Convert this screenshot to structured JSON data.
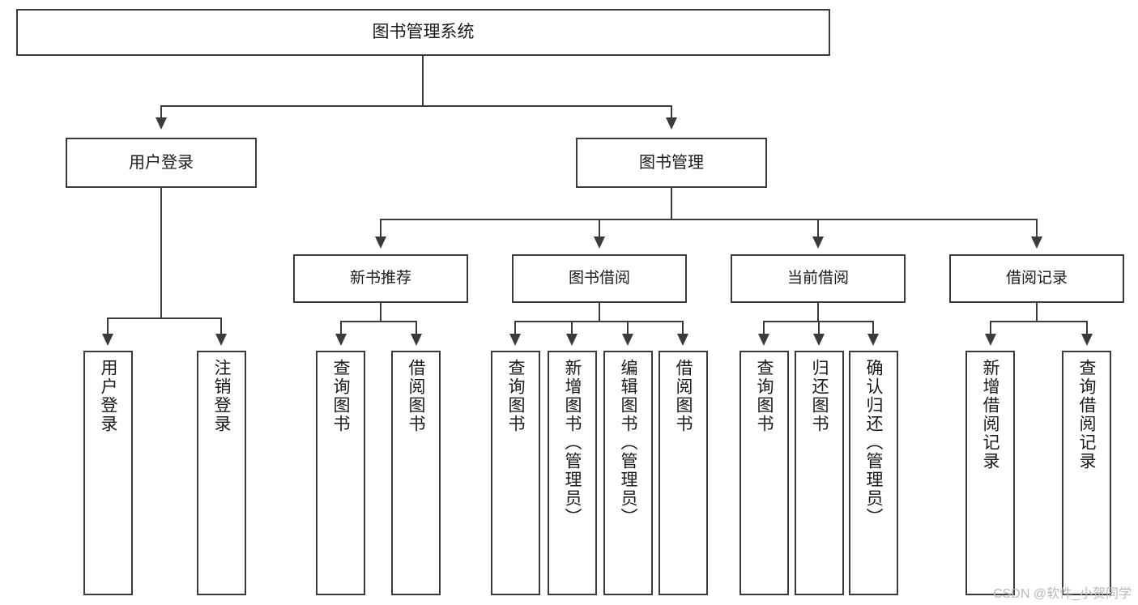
{
  "diagram": {
    "title": "图书管理系统",
    "type": "hierarchy-tree",
    "colors": {
      "stroke": "#3b3b3b",
      "fill": "#ffffff",
      "text": "#1a1a1a",
      "watermark": "#b9b9b9"
    },
    "root": {
      "label": "图书管理系统"
    },
    "level2": [
      {
        "label": "用户登录"
      },
      {
        "label": "图书管理"
      }
    ],
    "level3": [
      {
        "label": "新书推荐"
      },
      {
        "label": "图书借阅"
      },
      {
        "label": "当前借阅"
      },
      {
        "label": "借阅记录"
      }
    ],
    "leaves": {
      "user_login": [
        {
          "label": "用户登录"
        },
        {
          "label": "注销登录"
        }
      ],
      "new_book_recommend": [
        {
          "label": "查询图书"
        },
        {
          "label": "借阅图书"
        }
      ],
      "book_borrow": [
        {
          "label": "查询图书"
        },
        {
          "label": "新增图书（管理员）"
        },
        {
          "label": "编辑图书（管理员）"
        },
        {
          "label": "借阅图书"
        }
      ],
      "current_borrow": [
        {
          "label": "查询图书"
        },
        {
          "label": "归还图书"
        },
        {
          "label": "确认归还（管理员）"
        }
      ],
      "borrow_record": [
        {
          "label": "新增借阅记录"
        },
        {
          "label": "查询借阅记录"
        }
      ]
    }
  },
  "watermark": {
    "text": "CSDN @软件_小贺同学"
  }
}
